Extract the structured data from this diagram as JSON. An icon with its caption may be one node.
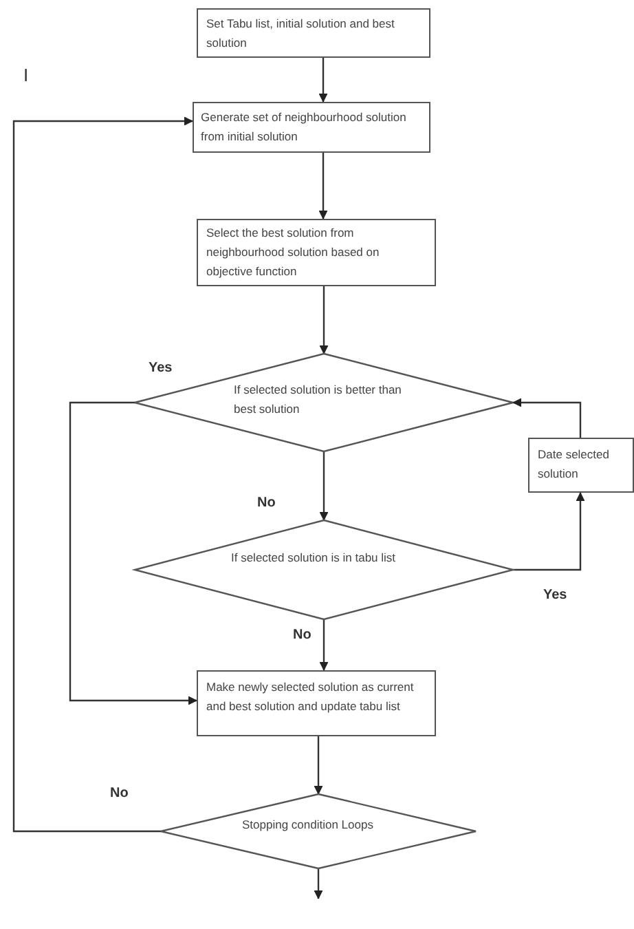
{
  "diagram": {
    "nodes": [
      {
        "text": [
          "Set Tabu list, initial solution and best solution"
        ]
      },
      {
        "text": [
          "Generate set of neighbourhood solution from initial solution"
        ]
      },
      {
        "text": [
          "Select the best solution from neighbourhood solution based on objective function"
        ]
      },
      {
        "text": [
          "If selected solution is better than best solution"
        ]
      },
      {
        "text": [
          "Date selected solution"
        ]
      },
      {
        "text": [
          "If selected solution is in tabu list"
        ]
      },
      {
        "text": [
          "Make newly selected solution as current and best solution and update tabu list"
        ]
      },
      {
        "text": [
          "Stopping condition Loops"
        ]
      }
    ],
    "edges": [
      {
        "from": 0,
        "to": 1,
        "arrow": "to"
      },
      {
        "from": 1,
        "to": 2,
        "arrow": "to"
      },
      {
        "from": 2,
        "to": 3,
        "arrow": "to"
      },
      {
        "from": 3,
        "to": 5,
        "arrow": "to",
        "label": "No"
      },
      {
        "from": 3,
        "to": 6,
        "arrow": "to",
        "label": "Yes"
      },
      {
        "from": 5,
        "to": 4,
        "arrow": "to",
        "label": "Yes"
      },
      {
        "from": 4,
        "to": 3,
        "arrow": "to"
      },
      {
        "from": 5,
        "to": 6,
        "arrow": "to",
        "label": "No"
      },
      {
        "from": 6,
        "to": 7,
        "arrow": "to"
      },
      {
        "from": 7,
        "to": 1,
        "arrow": "to",
        "label": "No"
      },
      {
        "from": 7,
        "to": null,
        "arrow": "to"
      }
    ],
    "labels": [
      "I"
    ]
  }
}
